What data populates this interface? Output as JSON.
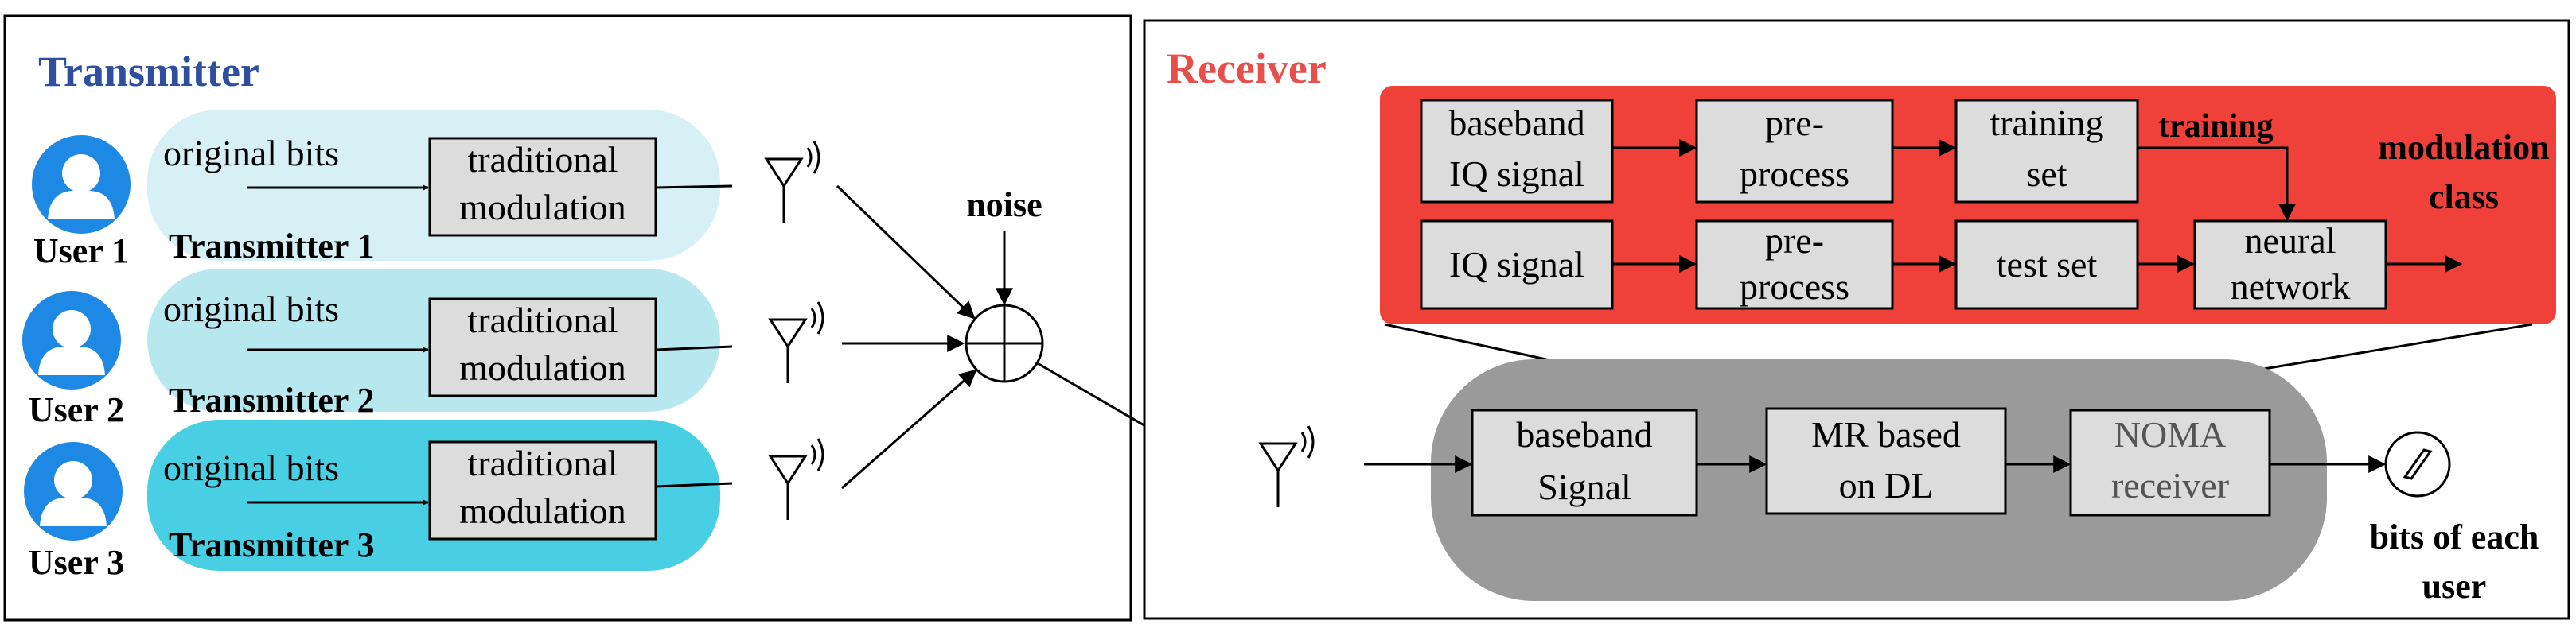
{
  "transmitter": {
    "title": "Transmitter",
    "users": [
      {
        "label": "User 1",
        "bits_label": "original bits",
        "modulation_line1": "traditional",
        "modulation_line2": "modulation",
        "transmitter_label": "Transmitter 1"
      },
      {
        "label": "User 2",
        "bits_label": "original bits",
        "modulation_line1": "traditional",
        "modulation_line2": "modulation",
        "transmitter_label": "Transmitter 2"
      },
      {
        "label": "User 3",
        "bits_label": "original bits",
        "modulation_line1": "traditional",
        "modulation_line2": "modulation",
        "transmitter_label": "Transmitter 3"
      }
    ]
  },
  "channel": {
    "noise_label": "noise"
  },
  "receiver": {
    "title": "Receiver",
    "training": {
      "baseband_line1": "baseband",
      "baseband_line2": "IQ signal",
      "preprocess_line1": "pre-",
      "preprocess_line2": "process",
      "set_line1": "training",
      "set_line2": "set",
      "arrow_label": "training"
    },
    "testing": {
      "signal_label": "IQ signal",
      "preprocess_line1": "pre-",
      "preprocess_line2": "process",
      "set_label": "test set",
      "network_line1": "neural",
      "network_line2": "network",
      "output_line1": "modulation",
      "output_line2": "class"
    },
    "chain": {
      "baseband_line1": "baseband",
      "baseband_line2": "Signal",
      "mr_line1": "MR based",
      "mr_line2": "on DL",
      "noma_line1": "NOMA",
      "noma_line2": "receiver"
    },
    "output_line1": "bits of each",
    "output_line2": "user"
  },
  "colors": {
    "title_transmitter": "#2e4fa0",
    "title_receiver": "#e84f4a",
    "pill_1": "#d6f0f5",
    "pill_2": "#b7e8f0",
    "pill_3": "#48cfe3",
    "red_panel": "#f0403a",
    "gray_pill": "#9a9a9a",
    "box_fill": "#dcdcdc",
    "user_icon": "#1e88e5"
  }
}
